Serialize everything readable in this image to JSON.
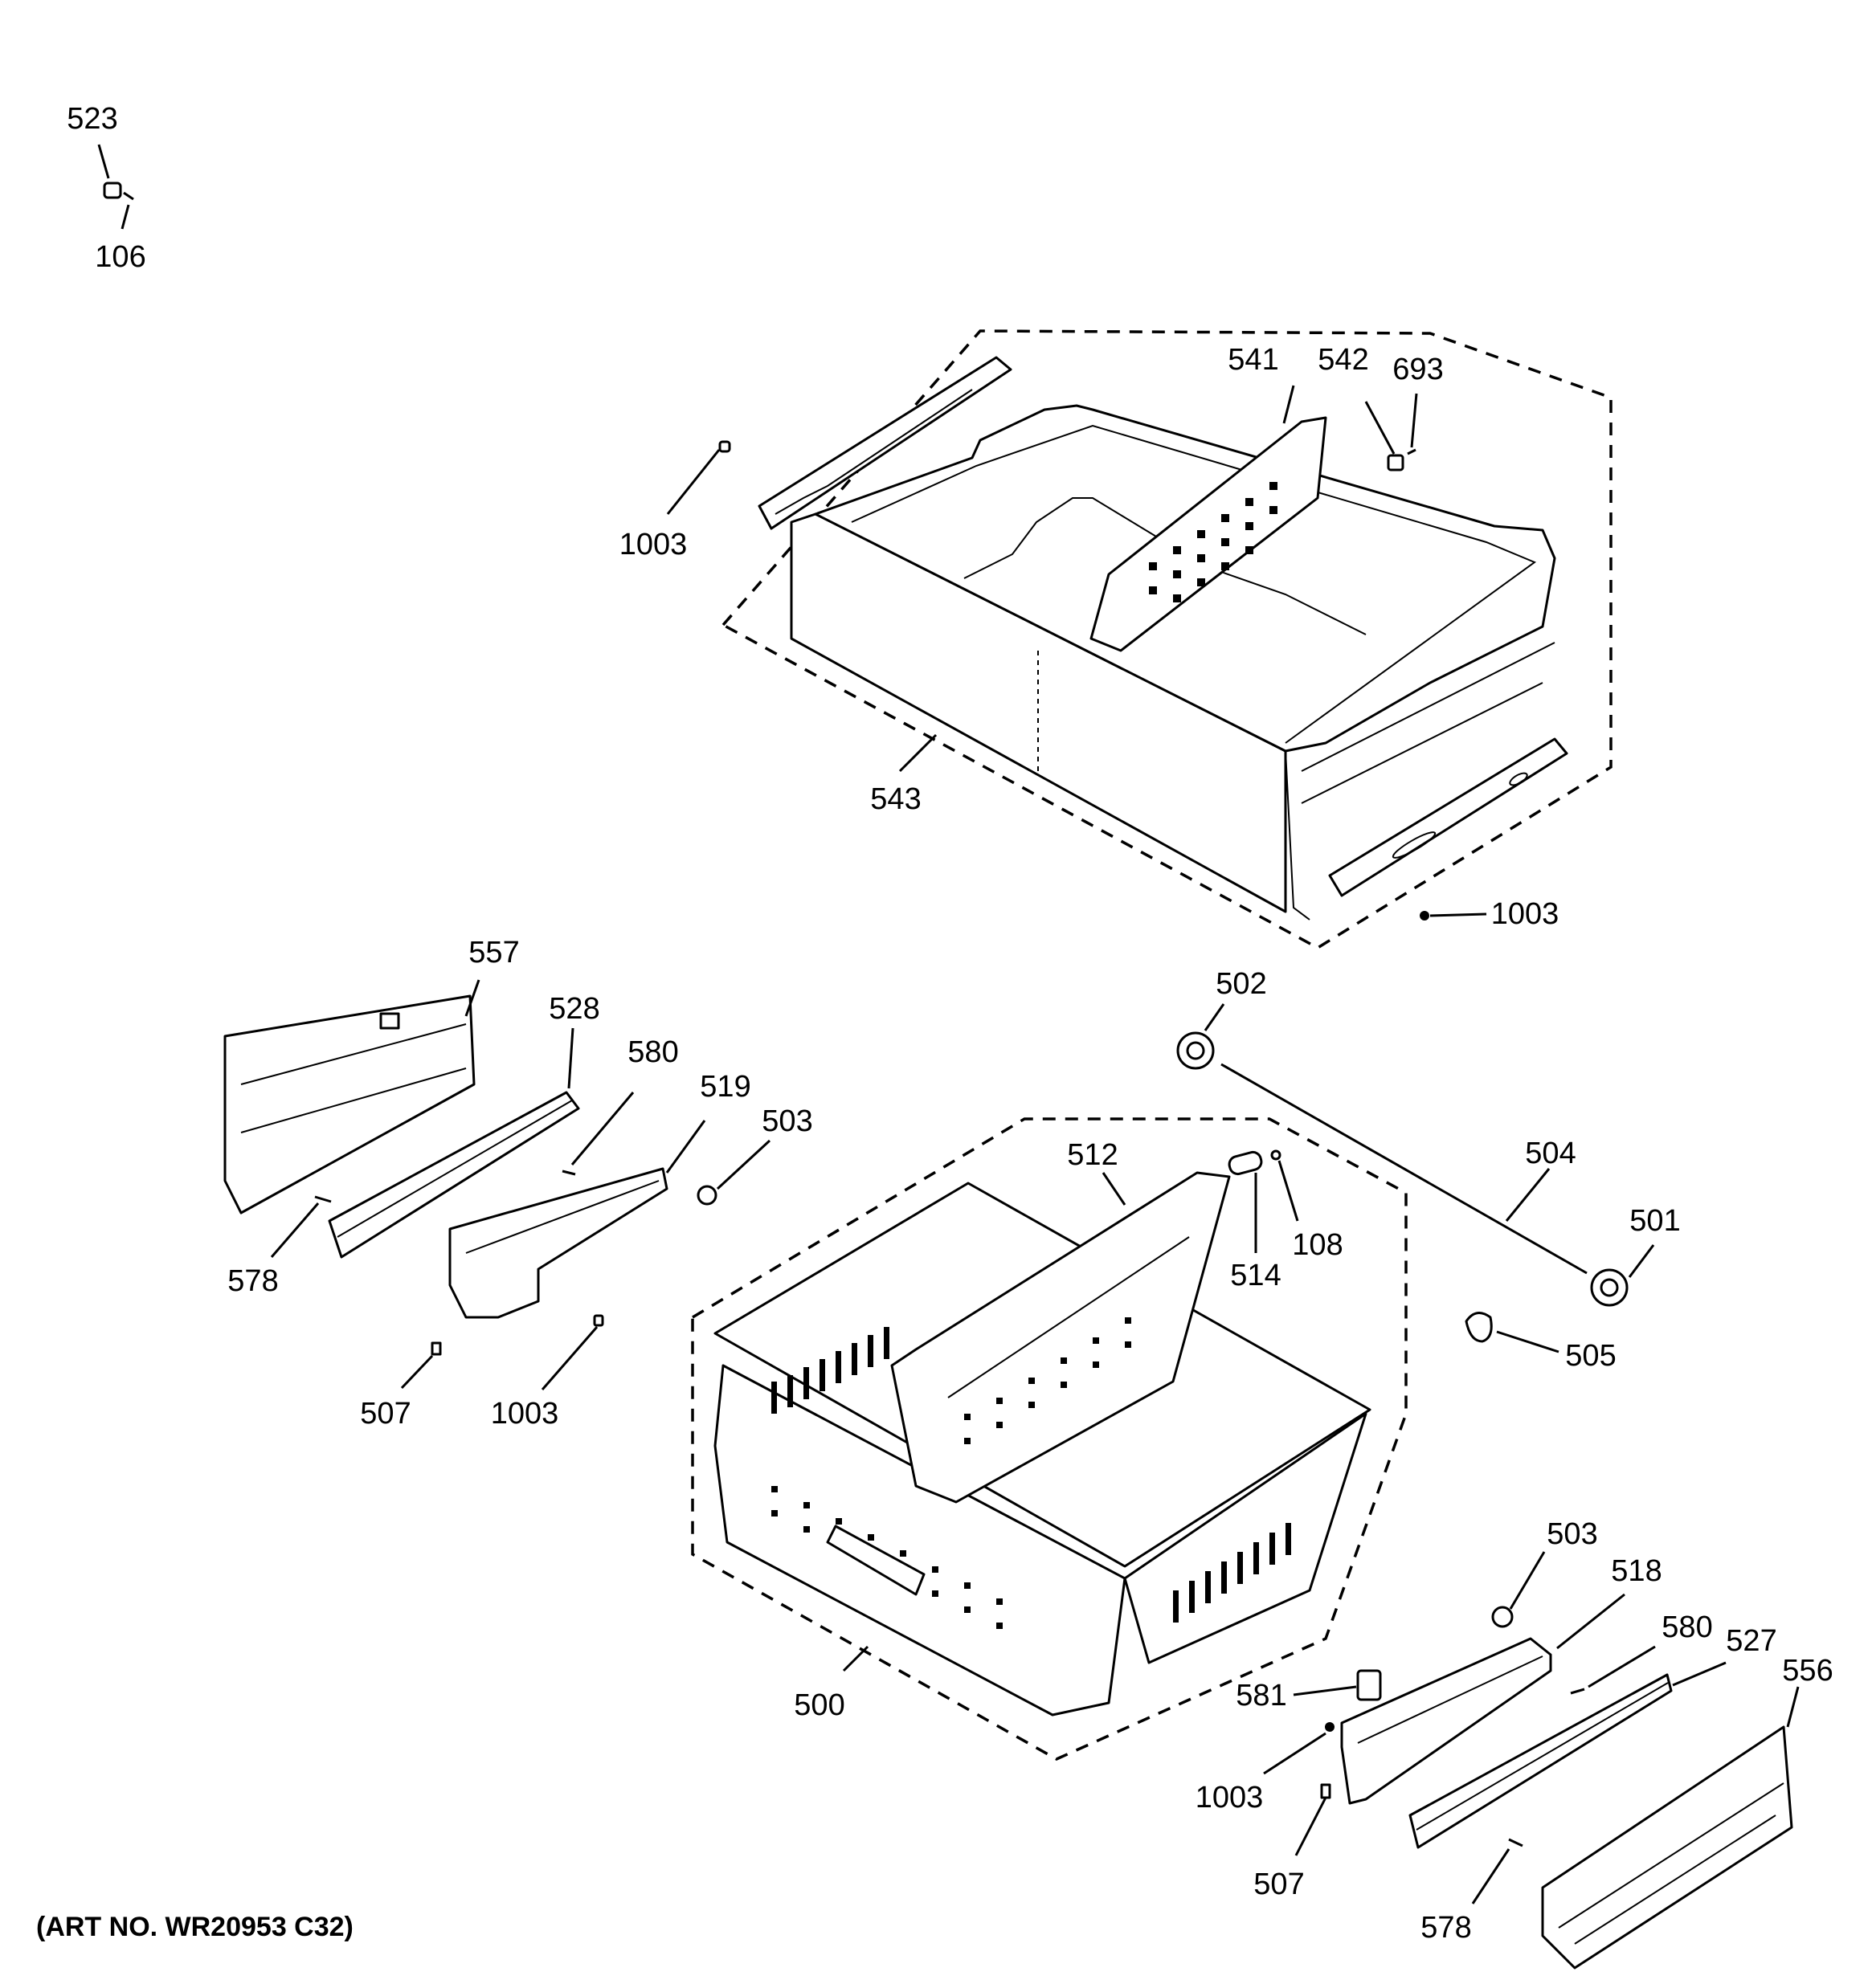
{
  "diagram": {
    "art_number": "(ART NO. WR20953 C32)",
    "callouts": {
      "c523": "523",
      "c106": "106",
      "c541": "541",
      "c542": "542",
      "c693": "693",
      "c1003_top": "1003",
      "c543": "543",
      "c1003_right": "1003",
      "c557": "557",
      "c528": "528",
      "c580_left": "580",
      "c519": "519",
      "c503_left": "503",
      "c502": "502",
      "c578_left": "578",
      "c507_left": "507",
      "c1003_mid": "1003",
      "c512": "512",
      "c514": "514",
      "c108": "108",
      "c504": "504",
      "c501": "501",
      "c505": "505",
      "c500": "500",
      "c503_right": "503",
      "c518": "518",
      "c580_right": "580",
      "c527": "527",
      "c556": "556",
      "c581": "581",
      "c1003_bottom": "1003",
      "c507_right": "507",
      "c578_right": "578"
    }
  }
}
